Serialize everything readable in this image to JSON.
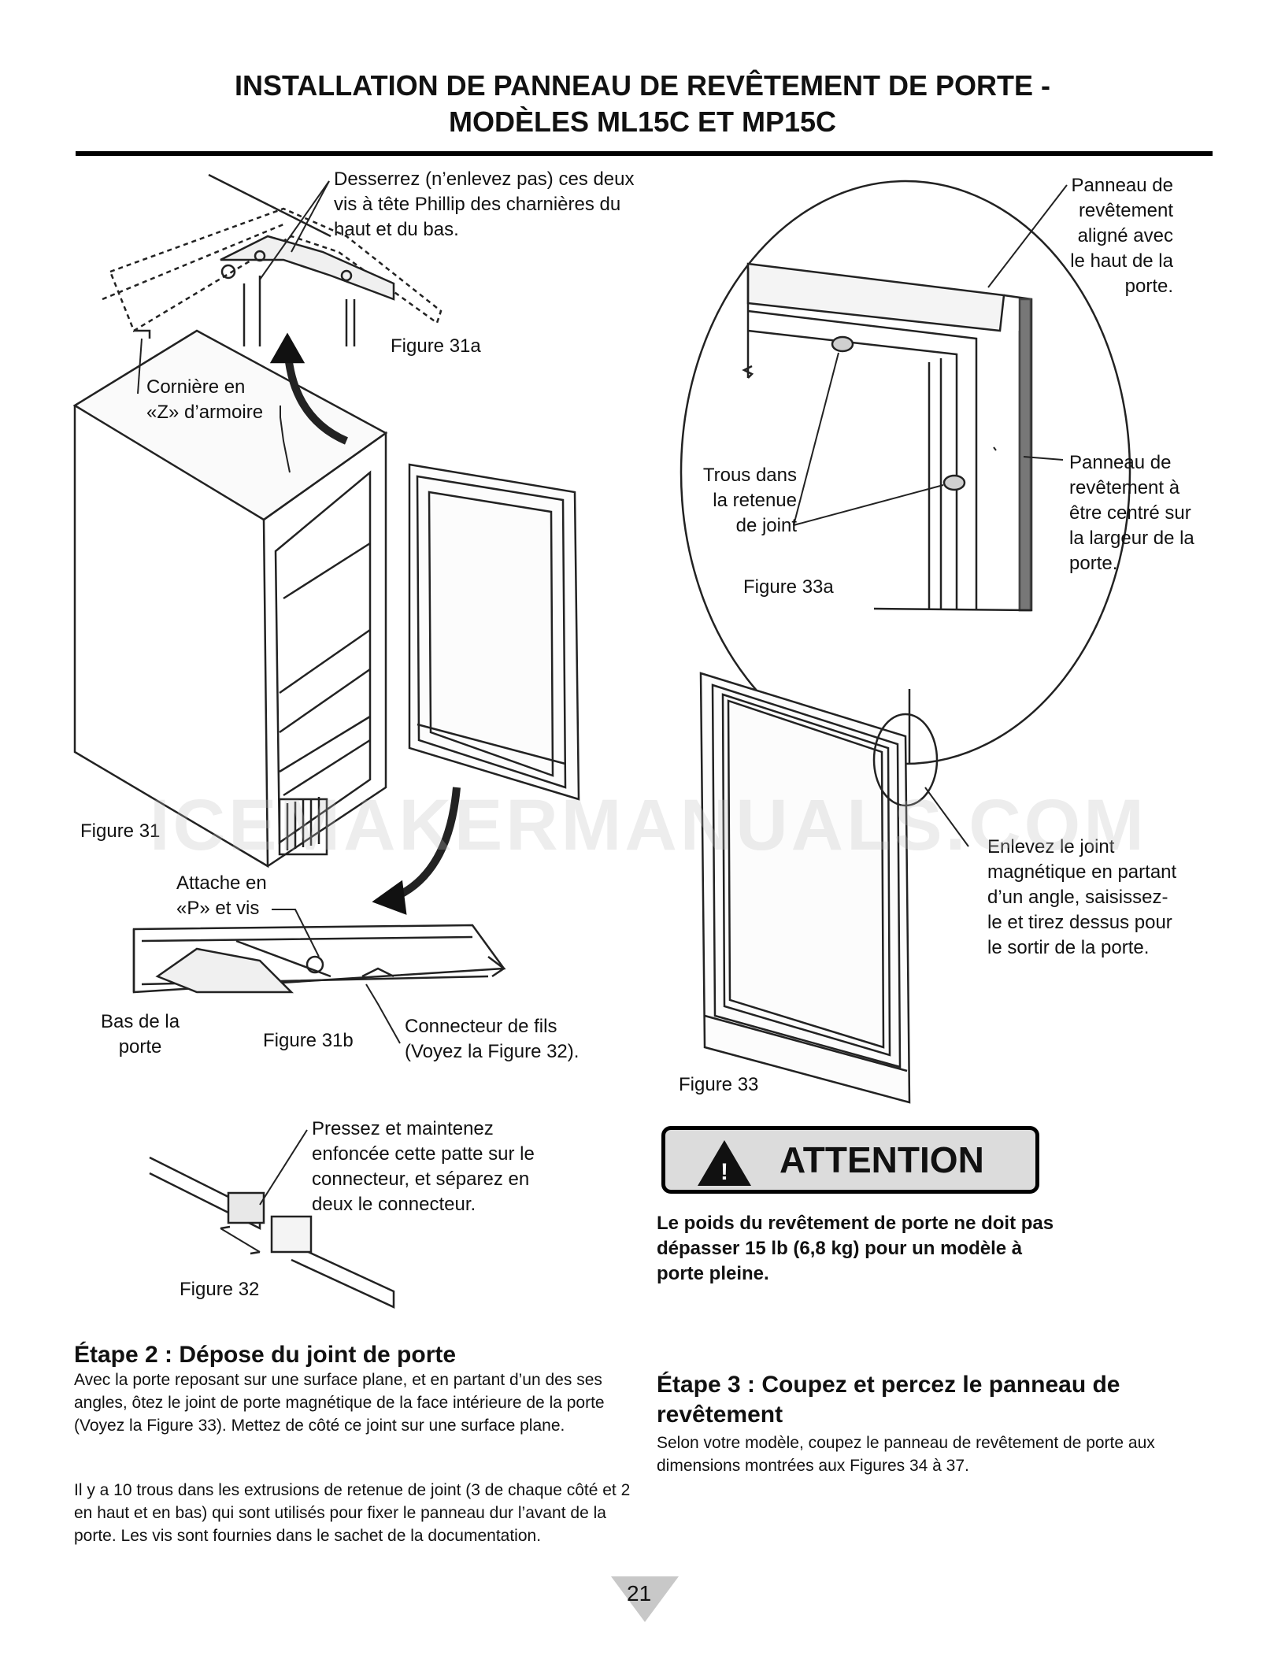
{
  "header": {
    "title_line1": "INSTALLATION DE PANNEAU DE REVÊTEMENT DE PORTE -",
    "title_line2": "MODÈLES ML15C ET MP15C"
  },
  "callouts": {
    "loosen_screws": "Desserrez (n’enlevez pas) ces deux\nvis à tête Phillip des charnières du\nhaut et du bas.",
    "z_bracket": "Cornière en\n«Z» d’armoire",
    "p_clip": "Attache en\n«P» et vis",
    "door_bottom": "Bas de la\nporte",
    "wire_connector": "Connecteur de fils\n(Voyez la Figure 32).",
    "press_tab": "Pressez et maintenez\nenfoncée cette patte sur le\nconnecteur, et séparez en\ndeux le connecteur.",
    "panel_aligned": "Panneau de\nrevêtement\naligné avec\nle haut de la\nporte.",
    "gasket_holes": "Trous dans\nla retenue\nde joint",
    "panel_centered": "Panneau de\nrevêtement à\nêtre centré sur\nla largeur de la\nporte.",
    "remove_gasket": "Enlevez le joint\nmagnétique en partant\nd’un angle, saisissez-\nle et tirez dessus pour\nle sortir de la porte."
  },
  "figures": {
    "fig31a": "Figure 31a",
    "fig31": "Figure 31",
    "fig31b": "Figure 31b",
    "fig32": "Figure 32",
    "fig33a": "Figure 33a",
    "fig33": "Figure 33"
  },
  "warning": {
    "title": "ATTENTION",
    "icon_symbol": "!",
    "text": "Le poids du revêtement de porte ne doit pas dépasser 15 lb (6,8 kg) pour un modèle à porte pleine."
  },
  "step2": {
    "heading": "Étape 2 : Dépose du joint de porte",
    "para1": "Avec la porte reposant sur une surface plane, et en partant d’un des ses angles, ôtez le joint de porte magnétique de la face intérieure de la porte (Voyez la Figure 33). Mettez de côté ce joint sur une surface plane.",
    "para2": "Il y a 10 trous dans les extrusions de retenue de joint (3 de chaque côté et 2 en haut et en bas) qui sont utilisés pour fixer le panneau dur l’avant de la porte. Les vis sont fournies dans le sachet de la documentation."
  },
  "step3": {
    "heading": "Étape 3 : Coupez et percez le panneau de revêtement",
    "para1": "Selon votre modèle, coupez le panneau de revêtement de porte aux dimensions montrées aux Figures 34 à 37."
  },
  "watermark": "ICEMAKERMANUALS.COM",
  "page_number": "21"
}
